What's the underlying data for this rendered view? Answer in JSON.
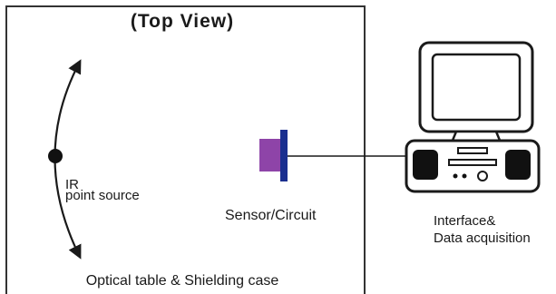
{
  "title": "(Top  View)",
  "source": {
    "line1": "IR",
    "line2": "point source"
  },
  "sensor": {
    "label": "Sensor/Circuit"
  },
  "enclosure": {
    "label": "Optical table & Shielding case"
  },
  "computer": {
    "line1": "Interface&",
    "line2": "Data acquisition"
  },
  "colors": {
    "sensor_body": "#8e44a8",
    "sensor_plate": "#1a2f8f",
    "ink": "#1a1a1a"
  }
}
